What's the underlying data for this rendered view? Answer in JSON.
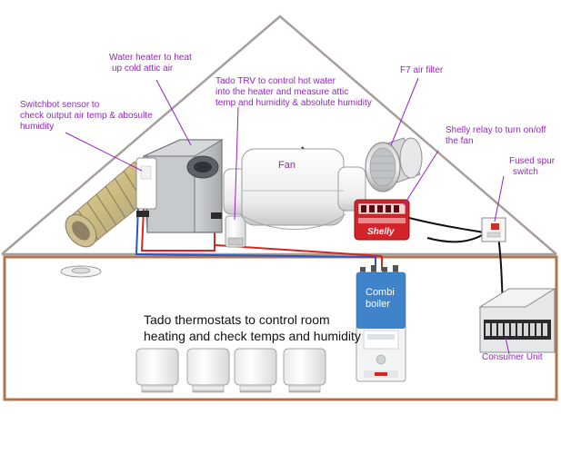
{
  "labels": {
    "water_heater": [
      "Water heater to heat",
      "up cold attic air"
    ],
    "switchbot": [
      "Switchbot sensor to",
      "check output air temp & abosulte",
      "humidity"
    ],
    "tado_trv": [
      "Tado TRV to control hot water",
      "into the heater and measure attic",
      "temp and humidity & absolute humidity"
    ],
    "f7_filter": [
      "F7 air filter"
    ],
    "shelly": [
      "Shelly relay to turn on/off",
      "the fan"
    ],
    "fused_spur": [
      "Fused spur",
      "switch"
    ],
    "fan": [
      "Fan"
    ],
    "combi": [
      "Combi",
      "boiler"
    ],
    "tado_thermostats": [
      "Tado thermostats to control room",
      "heating and check temps and humidity"
    ],
    "consumer_unit": [
      "Consumer Unit"
    ]
  },
  "device_text": {
    "shelly_brand": "Shelly"
  },
  "colors": {
    "label_purple": "#9b1fc9",
    "house_outline": "#a89e99",
    "lower_room_border": "#b0744e",
    "cable_blue": "#2a56c6",
    "cable_red": "#d7261e",
    "shelly_red": "#d4242a"
  }
}
